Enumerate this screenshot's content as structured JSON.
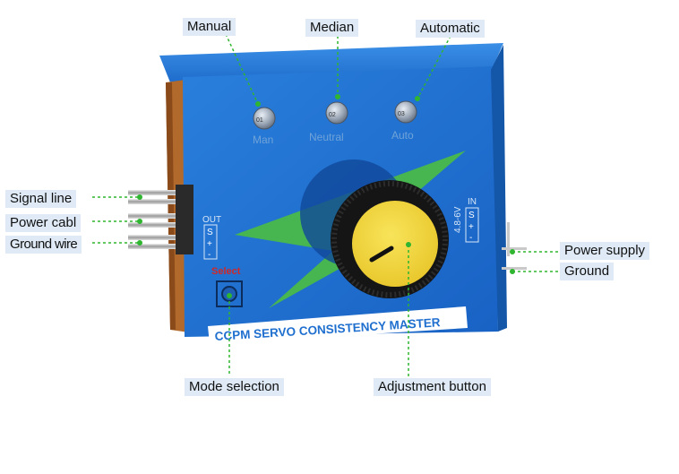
{
  "callouts": {
    "manual": "Manual",
    "median": "Median",
    "automatic": "Automatic",
    "signal_line": "Signal line",
    "power_cable": "Power cabl",
    "ground_wire": "Ground wire",
    "power_supply": "Power supply",
    "ground": "Ground",
    "mode_selection": "Mode selection",
    "adjustment_button": "Adjustment button"
  },
  "device": {
    "led_labels": {
      "man": "Man",
      "neutral": "Neutral",
      "auto": "Auto"
    },
    "led_markers": {
      "man": "01",
      "neutral": "02",
      "auto": "03"
    },
    "out_label": "OUT",
    "in_label": "IN",
    "out_pins": [
      "S",
      "+",
      "-"
    ],
    "in_pins": [
      "S",
      "+",
      "-"
    ],
    "voltage": "4.8-6V",
    "select_label": "Select",
    "banner": "CCPM SERVO CONSISTENCY MASTER"
  },
  "colors": {
    "case_blue": "#1f6fcf",
    "case_dark": "#1456a8",
    "leader_green": "#2fb52f",
    "knob_yellow": "#f3d83a",
    "label_bg": "#dfeaf6"
  }
}
